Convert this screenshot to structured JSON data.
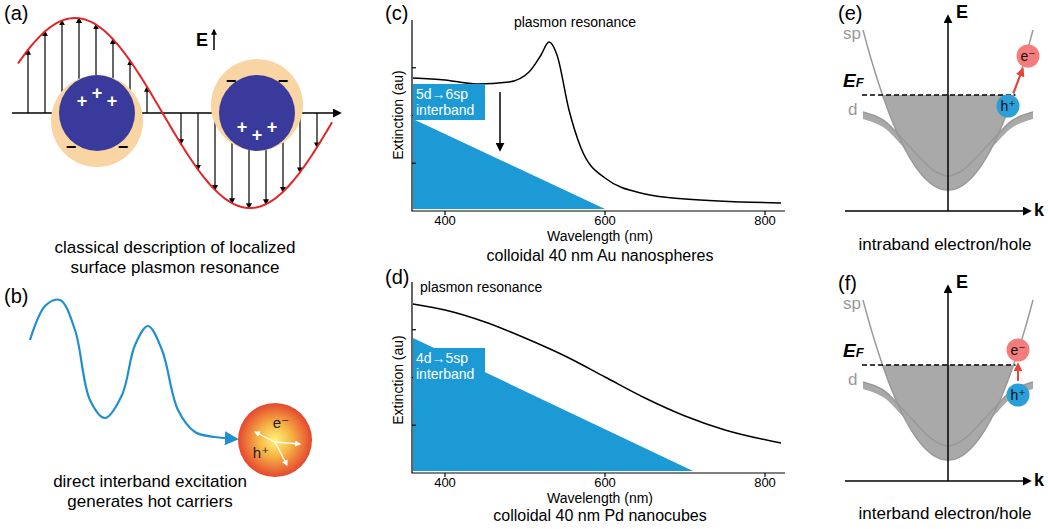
{
  "diagram": {
    "nodes": [
      {
        "text": [
          "+",
          "+",
          "+",
          "−",
          "−"
        ]
      },
      {
        "text": [
          "−",
          "−",
          "+",
          "+",
          "+"
        ]
      },
      {
        "text": [
          "e⁻",
          "h⁺"
        ]
      },
      {
        "text": [
          "5d→6sp interband"
        ]
      },
      {
        "text": [
          "4d→5sp interband"
        ]
      },
      {
        "text": [
          "h⁺"
        ]
      },
      {
        "text": [
          "e⁻"
        ]
      },
      {
        "text": [
          "h⁺"
        ]
      },
      {
        "text": [
          "e⁻"
        ]
      }
    ],
    "edges": [
      {
        "from": 5,
        "to": 6,
        "arrow": "to"
      },
      {
        "from": 7,
        "to": 8,
        "arrow": "to"
      }
    ],
    "labels": [
      "(a)",
      "E",
      "classical description of localized surface plasmon resonance",
      "(b)",
      "direct interband excitation generates hot carriers",
      "(c)",
      "plasmon resonance",
      "Extinction (au)",
      "400",
      "600",
      "800",
      "Wavelength (nm)",
      "colloidal 40 nm Au nanospheres",
      "(d)",
      "plasmon resonance",
      "Extinction (au)",
      "400",
      "600",
      "800",
      "Wavelength (nm)",
      "colloidal 40 nm Pd nanocubes",
      "(e)",
      "sp",
      "d",
      "E",
      "EF",
      "k",
      "intraband electron/hole",
      "(f)",
      "sp",
      "d",
      "E",
      "EF",
      "k",
      "interband electron/hole"
    ]
  }
}
